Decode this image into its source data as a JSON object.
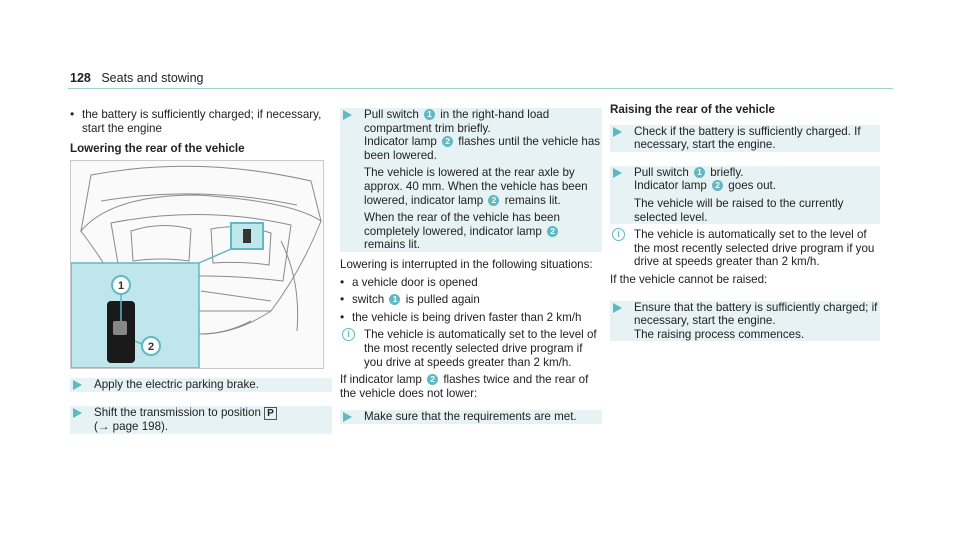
{
  "header": {
    "page_number": "128",
    "section": "Seats and stowing"
  },
  "col1": {
    "bullet1": "the battery is sufficiently charged; if necessary, start the engine",
    "heading": "Lowering the rear of the vehicle",
    "figure": {
      "marker1": "1",
      "marker2": "2"
    },
    "step1": "Apply the electric parking brake.",
    "step2_line1": "Shift the transmission to position",
    "step2_gear": "P",
    "step2_line2": "(→ page 198)."
  },
  "col2": {
    "step1_a": "Pull switch",
    "step1_b": "in the right-hand load compartment trim briefly.",
    "step1_c": "Indicator lamp",
    "step1_d": "flashes until the vehicle has been lowered.",
    "step1_e": "The vehicle is lowered at the rear axle by approx. 40 mm. When the vehicle has been lowered, indicator lamp",
    "step1_f": "remains lit.",
    "step1_g": "When the rear of the vehicle has been completely lowered, indicator lamp",
    "step1_h": "remains lit.",
    "interrupt_intro": "Lowering is interrupted in the following situations:",
    "bullets": [
      "a vehicle door is opened",
      "is pulled again",
      "the vehicle is being driven faster than 2 km/h"
    ],
    "bullet2_prefix": "switch",
    "note": "The vehicle is automatically set to the level of the most recently selected drive program if you drive at speeds greater than 2 km/h.",
    "flash_a": "If indicator lamp",
    "flash_b": "flashes twice and the rear of the vehicle does not lower:",
    "step2": "Make sure that the requirements are met."
  },
  "col3": {
    "heading": "Raising the rear of the vehicle",
    "step1": "Check if the battery is sufficiently charged. If necessary, start the engine.",
    "step2_a": "Pull switch",
    "step2_b": "briefly.",
    "step2_c": "Indicator lamp",
    "step2_d": "goes out.",
    "step2_e": "The vehicle will be raised to the currently selected level.",
    "note": "The vehicle is automatically set to the level of the most recently selected drive program if you drive at speeds greater than 2 km/h.",
    "cannot": "If the vehicle cannot be raised:",
    "step3_a": "Ensure that the battery is sufficiently charged; if necessary, start the engine.",
    "step3_b": "The raising process commences."
  },
  "markers": {
    "one": "1",
    "two": "2",
    "info": "i"
  },
  "colors": {
    "accent": "#5fb8c2",
    "highlight": "#bfe6ea",
    "step_bg": "#e6f2f4"
  }
}
